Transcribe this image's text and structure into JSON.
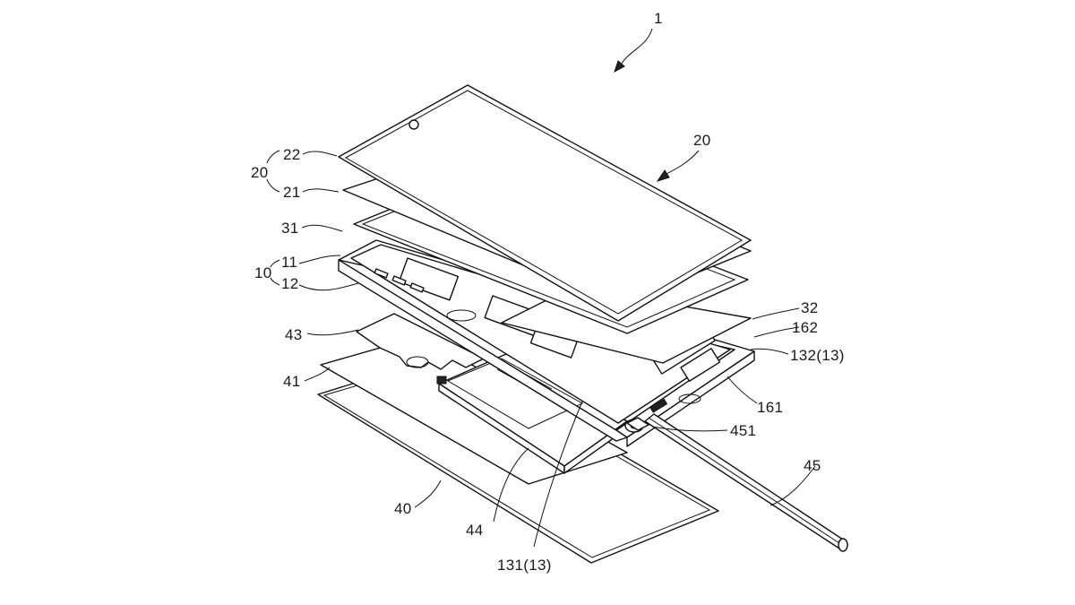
{
  "figure": {
    "labels": {
      "device": "1",
      "display_assembly": "20",
      "display_group": "20",
      "cover_glass": "22",
      "display_panel": "21",
      "bracket_plate": "31",
      "frame_group": "10",
      "frame_inner": "11",
      "frame_outer": "12",
      "wireless_coil": "43",
      "coil_sheet": "41",
      "back_cover": "40",
      "battery": "44",
      "pen_hole_131": "131(13)",
      "pen_hole_132": "132(13)",
      "shield_plate": "32",
      "board_162": "162",
      "board_161": "161",
      "pen_cap": "451",
      "stylus_pen": "45"
    }
  }
}
